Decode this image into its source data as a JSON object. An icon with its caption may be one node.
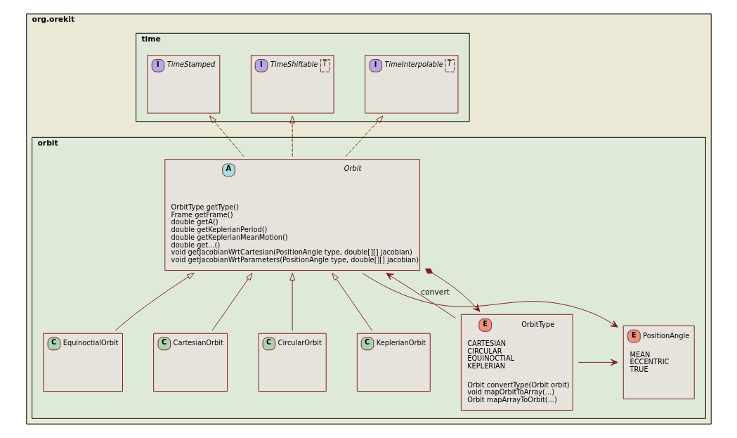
{
  "diagram": {
    "nodes": [
      {
        "text": [
          "org.orekit"
        ]
      },
      {
        "text": [
          "time"
        ],
        "in": 0
      },
      {
        "text": [
          "orbit"
        ],
        "in": 0
      },
      {
        "text": [
          "I",
          "TimeStamped"
        ],
        "in": 1
      },
      {
        "text": [
          "I",
          "TimeShiftable",
          "T"
        ],
        "in": 1
      },
      {
        "text": [
          "I",
          "TimeInterpolable",
          "T"
        ],
        "in": 1
      },
      {
        "text": [
          "A",
          "Orbit",
          "OrbitType getType()",
          "Frame getFrame()",
          "double getA()",
          "double getKeplerianPeriod()",
          "double getKeplerianMeanMotion()",
          "double get...()",
          "void getJacobianWrtCartesian(PositionAngle type, double[][] jacobian)",
          "void getJacobianWrtParameters(PositionAngle type, double[][] jacobian)"
        ],
        "in": 2
      },
      {
        "text": [
          "E",
          "OrbitType",
          "CARTESIAN",
          "CIRCULAR",
          "EQUINOCTIAL",
          "KEPLERIAN",
          "Orbit convertType(Orbit orbit)",
          "void mapOrbitToArray(...)",
          "Orbit mapArrayToOrbit(...)"
        ],
        "in": 2
      },
      {
        "text": [
          "E",
          "PositionAngle",
          "MEAN",
          "ECCENTRIC",
          "TRUE"
        ],
        "in": 2
      },
      {
        "text": [
          "C",
          "KeplerianOrbit"
        ],
        "in": 2
      },
      {
        "text": [
          "C",
          "CircularOrbit"
        ],
        "in": 2
      },
      {
        "text": [
          "C",
          "CartesianOrbit"
        ],
        "in": 2
      },
      {
        "text": [
          "C",
          "EquinoctialOrbit"
        ],
        "in": 2
      }
    ],
    "edges": [
      {
        "from": 6,
        "to": 3,
        "arrow": "to",
        "style": "dashed"
      },
      {
        "from": 6,
        "to": 4,
        "arrow": "to",
        "style": "dashed"
      },
      {
        "from": 6,
        "to": 5,
        "arrow": "to",
        "style": "dashed"
      },
      {
        "from": 7,
        "to": 6,
        "arrow": "to",
        "label": "convert"
      },
      {
        "from": 6,
        "to": 7,
        "arrow": "to"
      },
      {
        "from": 6,
        "to": 8,
        "arrow": "to"
      },
      {
        "from": 7,
        "to": 8,
        "arrow": "to"
      },
      {
        "from": 9,
        "to": 6,
        "arrow": "to"
      },
      {
        "from": 10,
        "to": 6,
        "arrow": "to"
      },
      {
        "from": 11,
        "to": 6,
        "arrow": "to"
      },
      {
        "from": 12,
        "to": 6,
        "arrow": "to"
      }
    ]
  }
}
